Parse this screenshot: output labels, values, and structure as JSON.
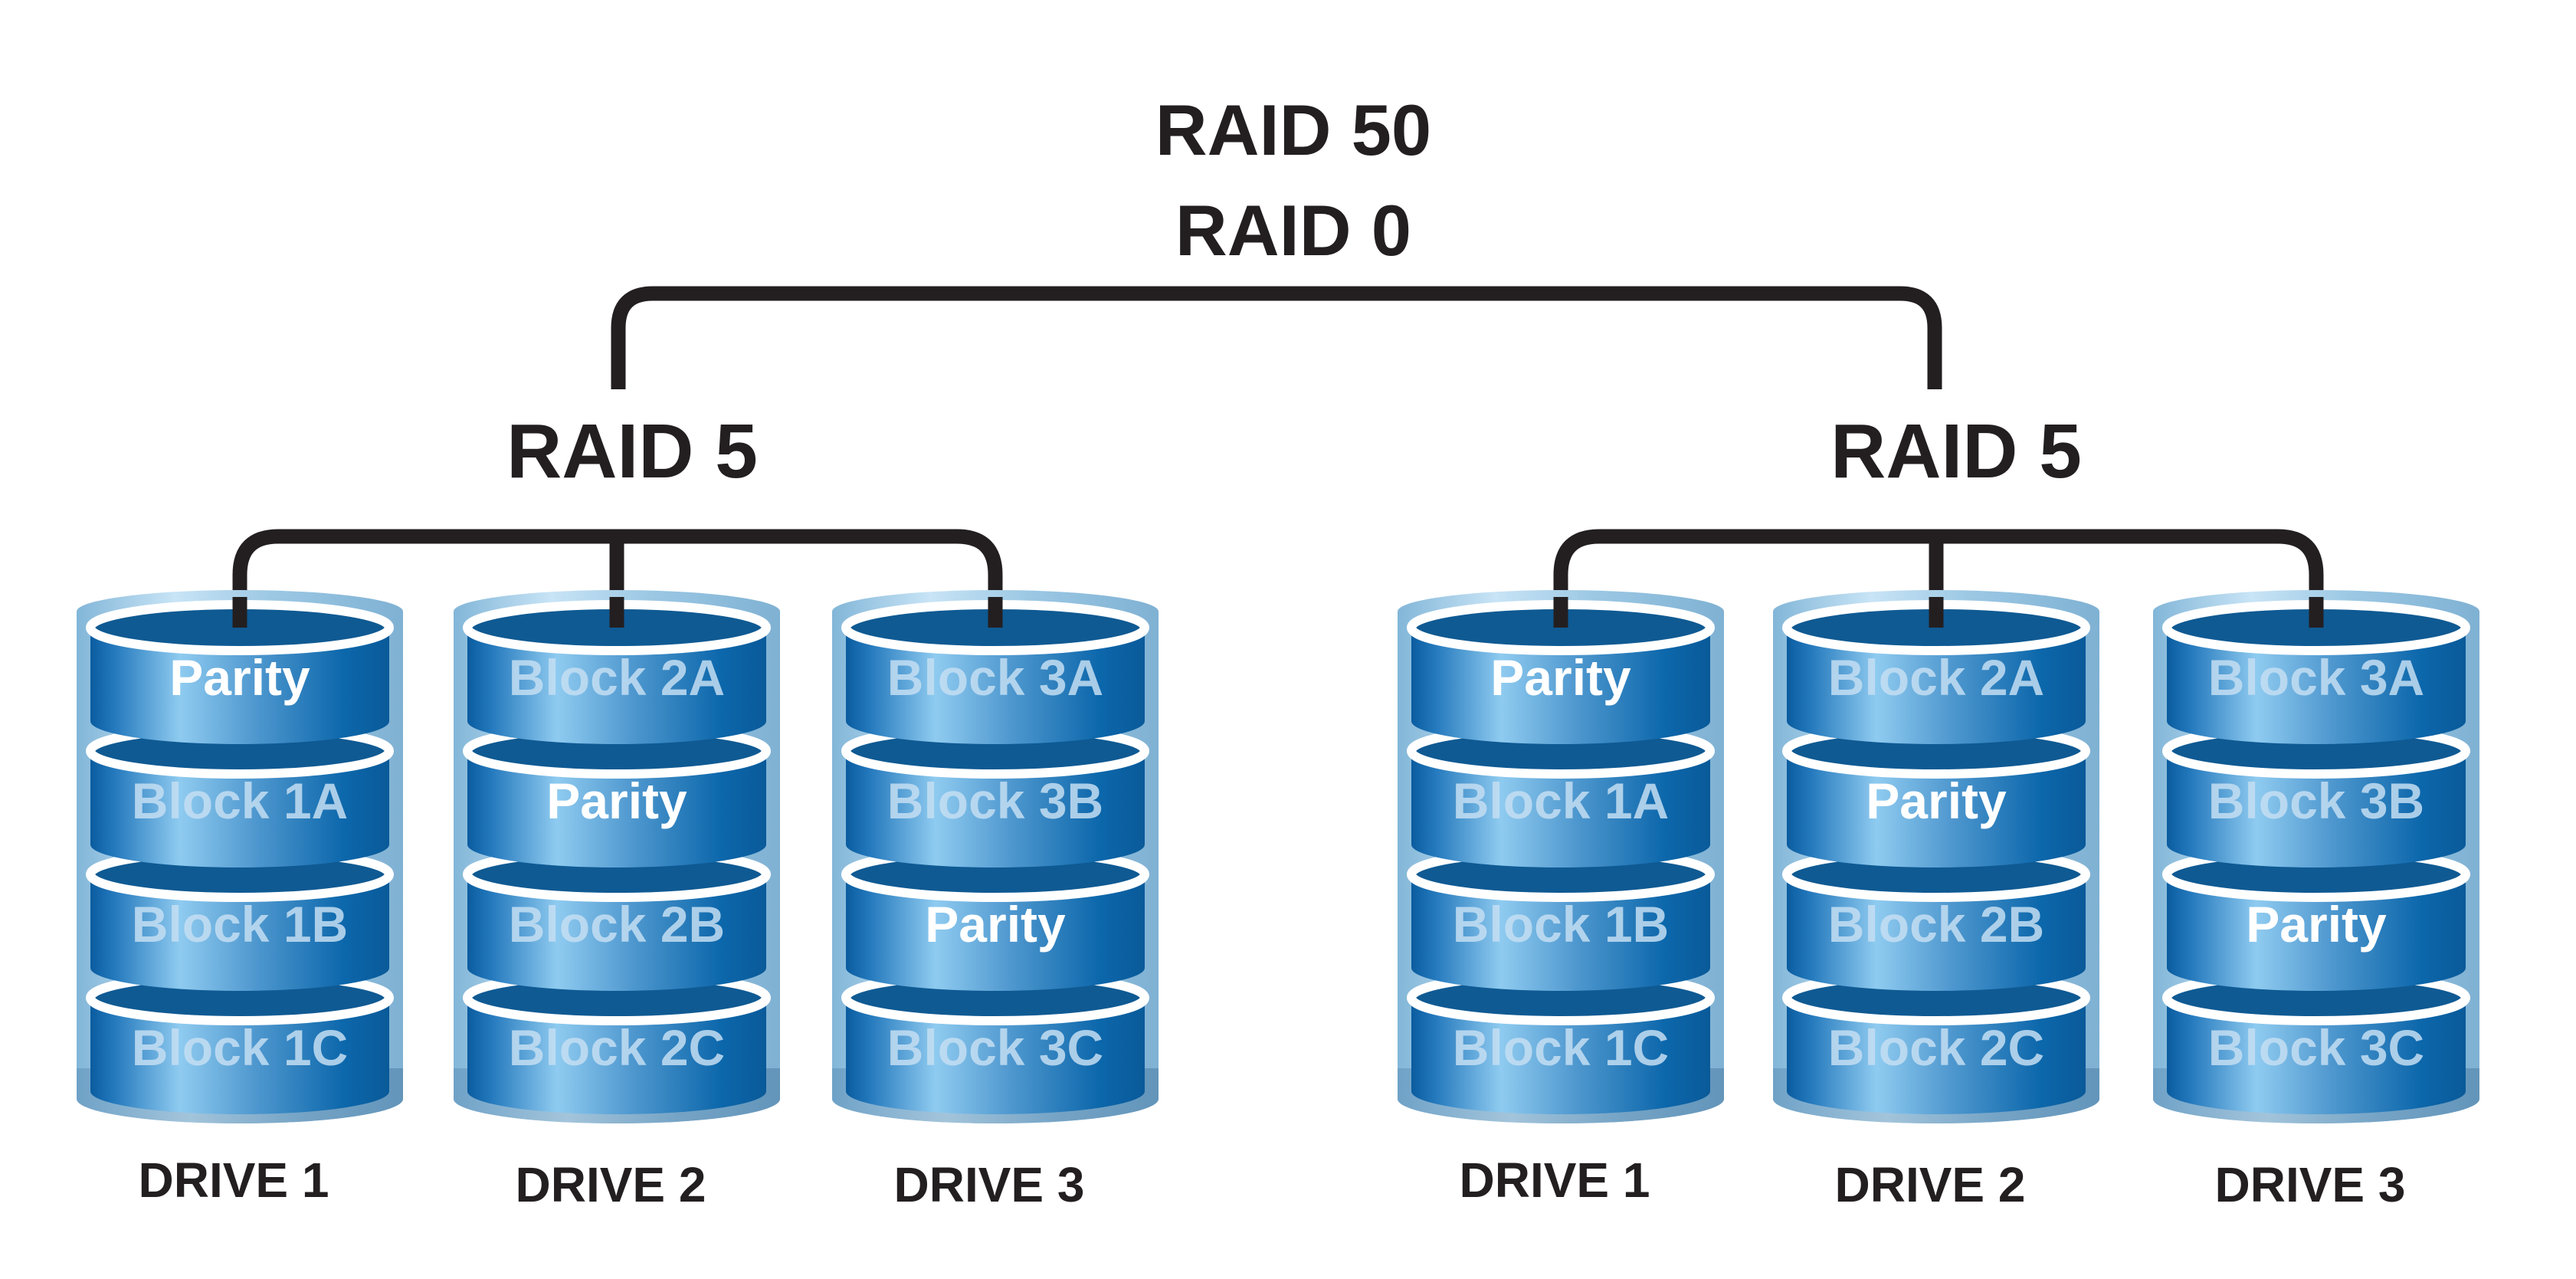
{
  "title": {
    "line1": "RAID 50",
    "line2": "RAID 0"
  },
  "colors": {
    "text": "#231f20",
    "connector": "#231f20",
    "shell_light": "#cde6f6",
    "shell_mid": "#8fc0e0",
    "shell_dark": "#6aa2c8",
    "disk_dark": "#0b5a9a",
    "disk_light": "#8fcbf0",
    "disk_mid": "#3d8cc6",
    "disk_top": "#0f5a93",
    "ring": "#ffffff",
    "parity_text": "#ffffff",
    "block_text": "#c4def2"
  },
  "groups": [
    {
      "label": "RAID 5",
      "drives": [
        {
          "label": "DRIVE 1",
          "disks": [
            "Parity",
            "Block 1A",
            "Block 1B",
            "Block 1C"
          ]
        },
        {
          "label": "DRIVE 2",
          "disks": [
            "Block 2A",
            "Parity",
            "Block 2B",
            "Block 2C"
          ]
        },
        {
          "label": "DRIVE 3",
          "disks": [
            "Block 3A",
            "Block 3B",
            "Parity",
            "Block 3C"
          ]
        }
      ]
    },
    {
      "label": "RAID 5",
      "drives": [
        {
          "label": "DRIVE 1",
          "disks": [
            "Parity",
            "Block 1A",
            "Block 1B",
            "Block 1C"
          ]
        },
        {
          "label": "DRIVE 2",
          "disks": [
            "Block 2A",
            "Parity",
            "Block 2B",
            "Block 2C"
          ]
        },
        {
          "label": "DRIVE 3",
          "disks": [
            "Block 3A",
            "Block 3B",
            "Parity",
            "Block 3C"
          ]
        }
      ]
    }
  ],
  "parity_label": "Parity"
}
